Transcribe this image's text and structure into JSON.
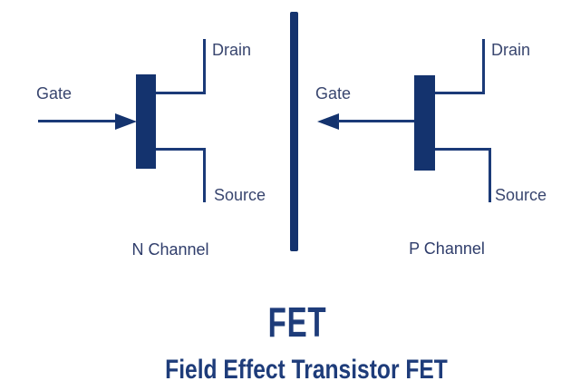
{
  "colors": {
    "navy": "#14336E",
    "wire": "#1B3A78",
    "label_text": "#39466F",
    "caption_text": "#2F3D6B",
    "title_text": "#1E3C7A",
    "background": "#FFFFFF"
  },
  "diagram": {
    "left_symbol": {
      "gate_label": "Gate",
      "drain_label": "Drain",
      "source_label": "Source",
      "caption": "N Channel"
    },
    "right_symbol": {
      "gate_label": "Gate",
      "drain_label": "Drain",
      "source_label": "Source",
      "caption": "P Channel"
    },
    "title": "FET",
    "subtitle": "Field Effect Transistor FET"
  }
}
